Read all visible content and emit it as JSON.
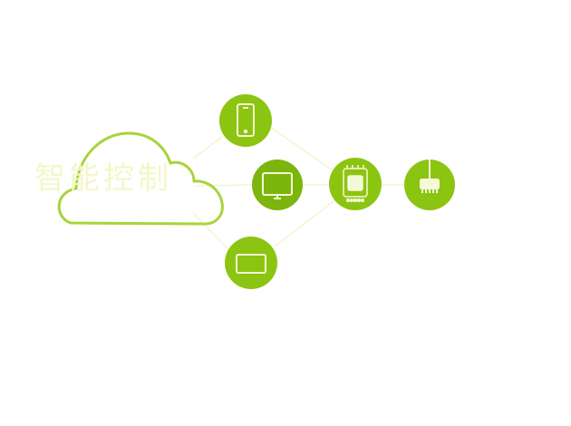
{
  "cloud": {
    "title": "智能控制",
    "icon": "cloud-icon"
  },
  "nodes": [
    {
      "id": "phone",
      "icon": "smartphone-icon"
    },
    {
      "id": "monitor",
      "icon": "monitor-icon"
    },
    {
      "id": "tablet",
      "icon": "tablet-icon"
    },
    {
      "id": "controller",
      "icon": "control-board-icon"
    },
    {
      "id": "module",
      "icon": "hanging-module-icon"
    }
  ],
  "colors": {
    "node_fill": "#8cc412",
    "node_fill_dark": "#7cb50c",
    "icon_stroke": "#f4f9d6",
    "cloud_stroke": "#a8d43a",
    "cloud_text": "#f4f7c8",
    "connector": "#f0f4c4"
  }
}
